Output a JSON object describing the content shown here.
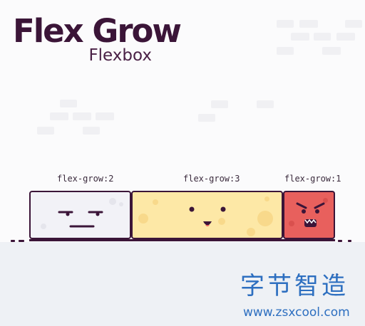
{
  "header": {
    "title": "Flex Grow",
    "subtitle": "Flexbox"
  },
  "items": [
    {
      "label": "flex-grow:2",
      "grow": 2,
      "color": "#f2f2f7",
      "face": "unimpressed"
    },
    {
      "label": "flex-grow:3",
      "grow": 3,
      "color": "#fde8a6",
      "face": "happy"
    },
    {
      "label": "flex-grow:1",
      "grow": 1,
      "color": "#e8605d",
      "face": "angry"
    }
  ],
  "colors": {
    "outline": "#3b1538",
    "title": "#3b1538",
    "watermark": "#2d6fc0"
  },
  "watermark": {
    "name": "字节智造",
    "url": "www.zsxcool.com"
  }
}
